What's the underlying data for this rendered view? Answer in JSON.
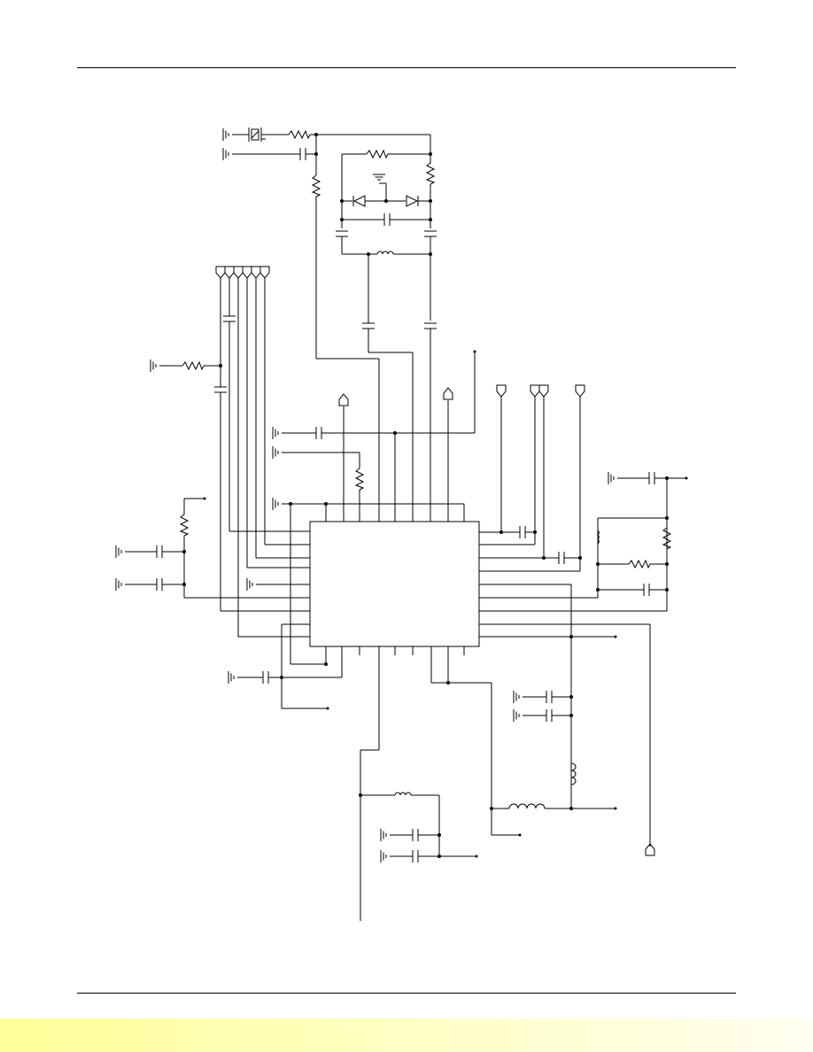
{
  "page": {
    "colors": {
      "line": "#000000",
      "background": "#ffffff",
      "footer_band_start": "#ffff99",
      "footer_band_end": "#fffff0"
    }
  },
  "schematic": {
    "icons": [
      "ground-symbol",
      "resistor-symbol",
      "capacitor-symbol",
      "inductor-symbol",
      "diode-symbol",
      "crystal-symbol",
      "connector-port-symbol",
      "junction-dot",
      "ic-package"
    ]
  }
}
